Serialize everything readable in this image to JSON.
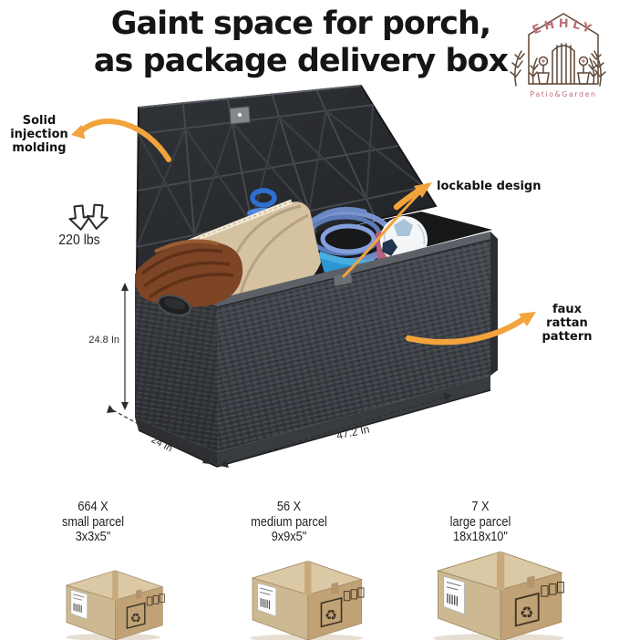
{
  "title": {
    "line1": "Gaint space for porch,",
    "line2": "as package delivery box"
  },
  "logo": {
    "brand": "EHHLY",
    "tagline": "Patio&Garden"
  },
  "callouts": {
    "injection_line1": "Solid injection",
    "injection_line2": "molding",
    "capacity": "220 lbs",
    "lockable": "lockable design",
    "rattan_line1": "faux rattan",
    "rattan_line2": "pattern"
  },
  "dimensions": {
    "height": "24.8 In",
    "depth": "24 In",
    "width": "47.2 In"
  },
  "parcels": [
    {
      "count": "664 X",
      "type": "small parcel",
      "size": "3x3x5\""
    },
    {
      "count": "56 X",
      "type": "medium parcel",
      "size": "9x9x5\""
    },
    {
      "count": "7 X",
      "type": "large parcel",
      "size": "18x18x10\""
    }
  ],
  "colors": {
    "arrow": "#F2A33C",
    "logo_text": "#BF6E79",
    "logo_line": "#5D4736",
    "deck_box": "#3C4045",
    "cardboard": "#C9AE82"
  }
}
